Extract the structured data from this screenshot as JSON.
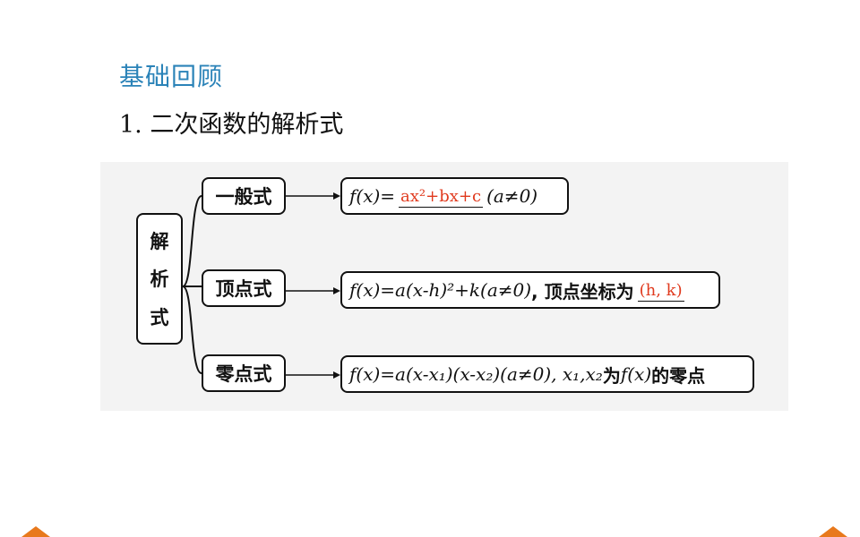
{
  "slide": {
    "section_title": "基础回顾",
    "subtitle": "1. 二次函数的解析式"
  },
  "diagram": {
    "root": {
      "chars": [
        "解",
        "析",
        "式"
      ]
    },
    "branches": [
      {
        "label": "一般式",
        "formula_prefix": "f(x)=",
        "answer": "ax²+bx+c",
        "formula_suffix": "(a≠0)"
      },
      {
        "label": "顶点式",
        "formula_prefix": "f(x)=a(x-h)²+k(a≠0)",
        "middle_text": ", 顶点坐标为",
        "answer": "(h, k)"
      },
      {
        "label": "零点式",
        "formula_prefix": "f(x)=a(x-x₁)(x-x₂)(a≠0), x₁,x₂",
        "middle_text": " 为 ",
        "formula_suffix": "f(x)",
        "tail_text": "的零点"
      }
    ]
  },
  "colors": {
    "title": "#2b83b8",
    "answer": "#e03a1e",
    "nav_arrow": "#e8791c",
    "diagram_bg": "#f3f3f3"
  },
  "icons": {
    "prev": "triangle-left-nav-icon",
    "next": "triangle-right-nav-icon"
  }
}
